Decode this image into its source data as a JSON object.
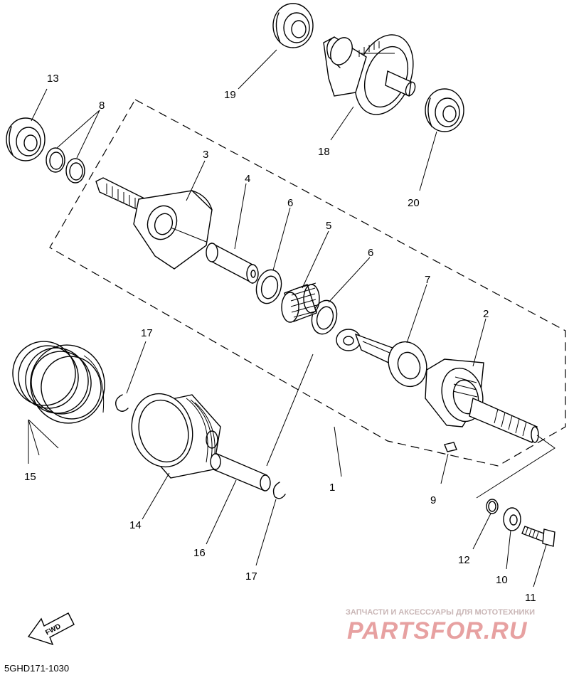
{
  "diagram": {
    "drawing_code": "5GHD171-1030",
    "fwd_label": "FWD",
    "watermark": {
      "tagline": "ЗАПЧАСТИ И АКСЕССУАРЫ ДЛЯ МОТОТЕХНИКИ",
      "brand": "PARTSFOR.RU"
    },
    "callouts": [
      {
        "id": "1",
        "label": "1"
      },
      {
        "id": "2",
        "label": "2"
      },
      {
        "id": "3",
        "label": "3"
      },
      {
        "id": "4",
        "label": "4"
      },
      {
        "id": "5",
        "label": "5"
      },
      {
        "id": "6a",
        "label": "6"
      },
      {
        "id": "6b",
        "label": "6"
      },
      {
        "id": "7",
        "label": "7"
      },
      {
        "id": "8",
        "label": "8"
      },
      {
        "id": "9",
        "label": "9"
      },
      {
        "id": "10",
        "label": "10"
      },
      {
        "id": "11",
        "label": "11"
      },
      {
        "id": "12",
        "label": "12"
      },
      {
        "id": "13",
        "label": "13"
      },
      {
        "id": "14",
        "label": "14"
      },
      {
        "id": "15",
        "label": "15"
      },
      {
        "id": "16",
        "label": "16"
      },
      {
        "id": "17a",
        "label": "17"
      },
      {
        "id": "17b",
        "label": "17"
      },
      {
        "id": "18",
        "label": "18"
      },
      {
        "id": "19",
        "label": "19"
      },
      {
        "id": "20",
        "label": "20"
      }
    ]
  }
}
